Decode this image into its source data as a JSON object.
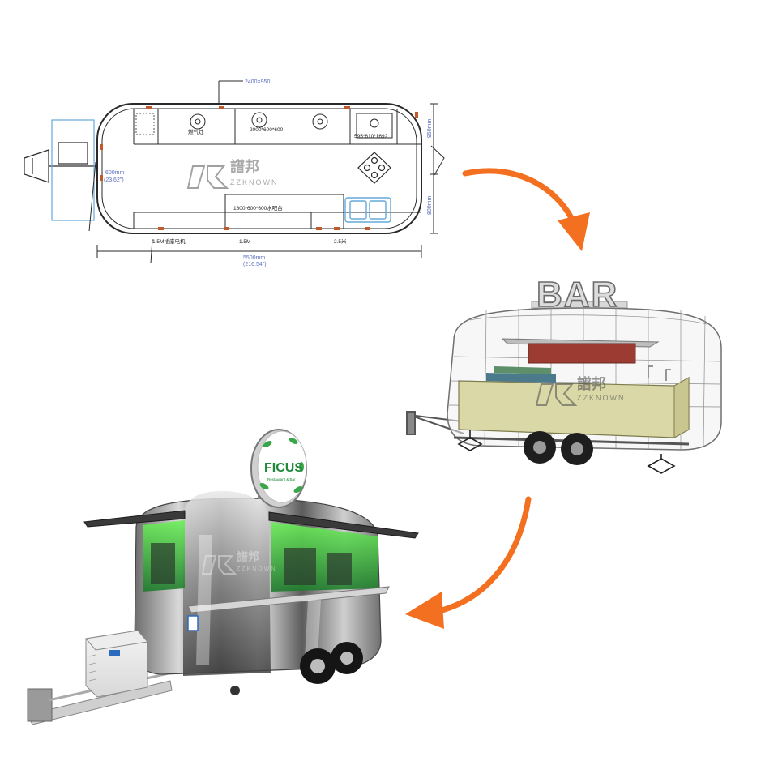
{
  "floor_plan": {
    "top_dim": "2400×950",
    "bottom_total": "5500mm",
    "bottom_total_inch": "(216.54\")",
    "left_dim": "600mm",
    "left_dim_inch": "(23.62\")",
    "right_dim_top": "950mm",
    "right_dim_bottom": "800mm",
    "label_1": "1.5M插座电机",
    "label_2": "1.5M",
    "label_3": "2.5米",
    "counter_label": "1800*600*600水吧台",
    "cabinet_label": "2000*600*600",
    "fridge_label": "595*610*1692",
    "burner_label": "燃气灶"
  },
  "watermark": {
    "text_cn": "譜邦",
    "text_en": "ZZKNOWN"
  },
  "render_3d": {
    "sign": "BAR"
  },
  "photo": {
    "sign_main": "FICUS",
    "sign_sub": "Restaurant & Bar"
  },
  "colors": {
    "arrow": "#f37021",
    "plan_line": "#2a2a2a",
    "plan_blue": "#63a9d8",
    "bar_counter": "#d9d8a6",
    "sign_green": "#1f8a3a",
    "led_green": "#39d74a"
  }
}
